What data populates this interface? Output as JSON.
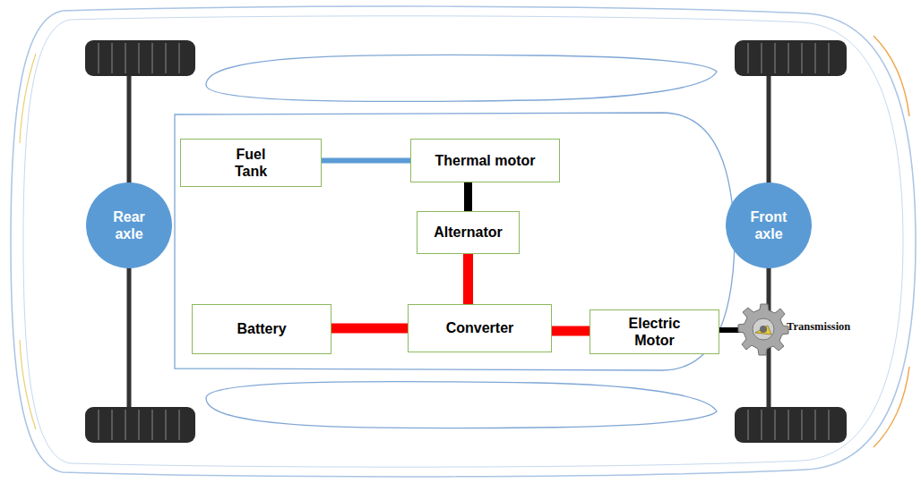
{
  "diagram": {
    "nodes": [
      {
        "text": [
          "Fuel Tank"
        ]
      },
      {
        "text": [
          "Thermal motor"
        ]
      },
      {
        "text": [
          "Rear axle"
        ]
      },
      {
        "text": [
          "Front axle"
        ]
      },
      {
        "text": [
          "Alternator"
        ]
      },
      {
        "text": [
          "Battery"
        ]
      },
      {
        "text": [
          "Converter"
        ]
      },
      {
        "text": [
          "Electric Motor"
        ]
      }
    ],
    "edges": [
      {
        "from": 0,
        "to": 1,
        "arrow": "none"
      },
      {
        "from": 1,
        "to": 4,
        "arrow": "none"
      },
      {
        "from": 4,
        "to": 6,
        "arrow": "none"
      },
      {
        "from": 5,
        "to": 6,
        "arrow": "none"
      },
      {
        "from": 6,
        "to": 7,
        "arrow": "none"
      }
    ],
    "labels": [
      "Transmission"
    ]
  }
}
